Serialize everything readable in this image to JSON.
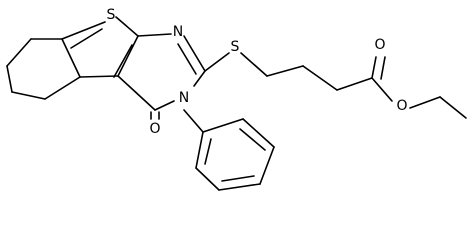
{
  "molecule": {
    "atom_labels": {
      "s_thiophene": "S",
      "n_ring_top": "N",
      "s_thioether": "S",
      "n_ring_bottom": "N",
      "o_carbonyl": "O",
      "o_ester_carbonyl": "O",
      "o_ester": "O"
    },
    "colors": {
      "bond": "#000000",
      "label": "#000000",
      "background": "#ffffff"
    }
  }
}
